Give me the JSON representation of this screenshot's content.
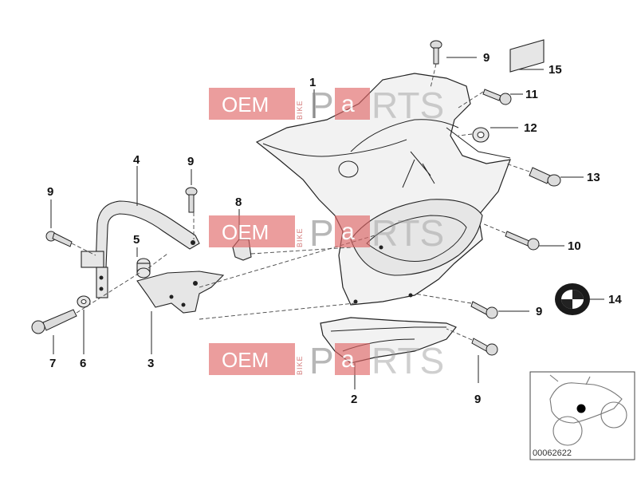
{
  "diagram": {
    "callouts": {
      "c1": "1",
      "c2": "2",
      "c3": "3",
      "c4": "4",
      "c5": "5",
      "c6": "6",
      "c7": "7",
      "c8": "8",
      "c9a": "9",
      "c9b": "9",
      "c9c": "9",
      "c9d": "9",
      "c9e": "9",
      "c10": "10",
      "c11": "11",
      "c12": "12",
      "c13": "13",
      "c14": "14",
      "c15": "15"
    },
    "document_number": "00062622"
  },
  "watermark": {
    "oem": "OEM",
    "bike": "BIKE",
    "p": "P",
    "a": "a",
    "rts": "RTS"
  },
  "colors": {
    "watermark_red": "#e06666",
    "watermark_gray": "#9a9a9a"
  }
}
